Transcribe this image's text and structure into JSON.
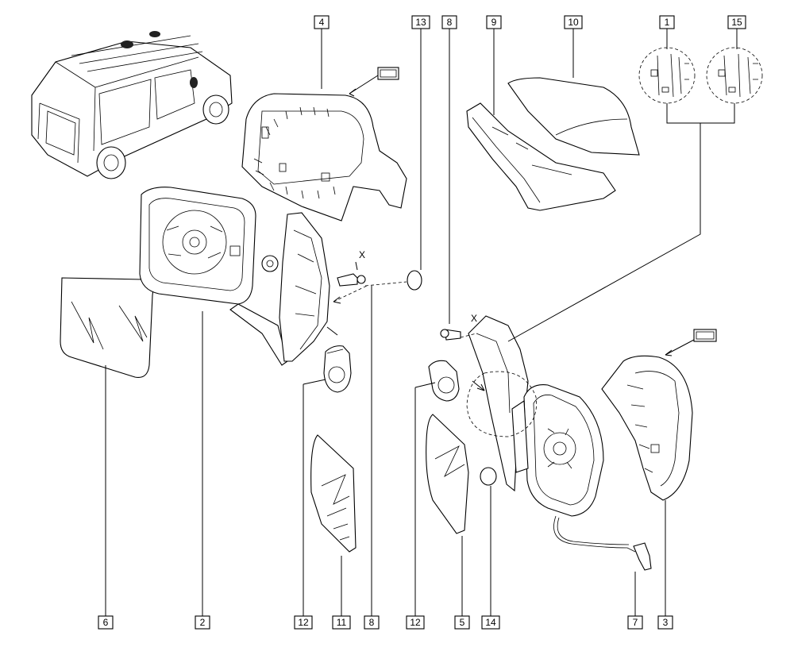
{
  "diagram": {
    "callouts": [
      {
        "id": "c1",
        "label": "1"
      },
      {
        "id": "c2",
        "label": "2"
      },
      {
        "id": "c3",
        "label": "3"
      },
      {
        "id": "c4",
        "label": "4"
      },
      {
        "id": "c5",
        "label": "5"
      },
      {
        "id": "c6",
        "label": "6"
      },
      {
        "id": "c7",
        "label": "7"
      },
      {
        "id": "c8a",
        "label": "8"
      },
      {
        "id": "c8b",
        "label": "8"
      },
      {
        "id": "c9",
        "label": "9"
      },
      {
        "id": "c10",
        "label": "10"
      },
      {
        "id": "c11",
        "label": "11"
      },
      {
        "id": "c12a",
        "label": "12"
      },
      {
        "id": "c12b",
        "label": "12"
      },
      {
        "id": "c13",
        "label": "13"
      },
      {
        "id": "c14",
        "label": "14"
      },
      {
        "id": "c15",
        "label": "15"
      }
    ],
    "markers": [
      {
        "id": "x1",
        "label": "X"
      },
      {
        "id": "x2",
        "label": "X"
      }
    ]
  }
}
